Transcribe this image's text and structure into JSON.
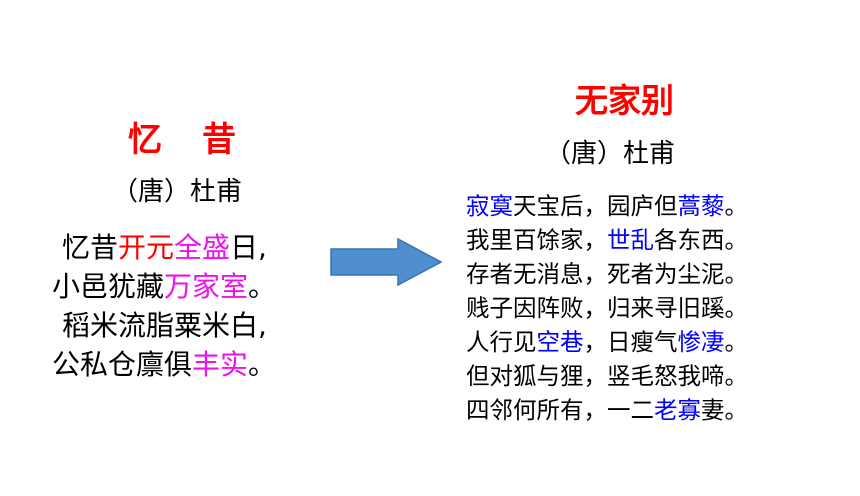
{
  "left": {
    "title": "忆昔",
    "author": "（唐）杜甫",
    "lines": [
      {
        "a": "忆昔",
        "b": "开元",
        "c": "全盛",
        "d": "日,"
      },
      {
        "a": "小邑犹藏",
        "b": "万家室",
        "c": "。"
      },
      {
        "a": "稻米流脂粟米白,"
      },
      {
        "a": "公私仓廪俱",
        "b": "丰实",
        "c": "。"
      }
    ]
  },
  "right": {
    "title": "无家别",
    "author": "（唐）杜甫",
    "lines": [
      {
        "a": "",
        "b": "寂寞",
        "c": "天宝后，园庐但",
        "d": "蒿藜",
        "e": "。"
      },
      {
        "a": "我里百馀家，",
        "b": "世乱",
        "c": "各东西。"
      },
      {
        "a": "存者无消息，死者为尘泥。"
      },
      {
        "a": "贱子因阵败，归来寻旧蹊。"
      },
      {
        "a": "人行见",
        "b": "空巷",
        "c": "，日瘦气",
        "d": "惨凄",
        "e": "。"
      },
      {
        "a": "但对狐与狸，竖毛怒我啼。"
      },
      {
        "a": "四邻何所有，一二",
        "b": "老寡",
        "c": "妻。"
      }
    ]
  },
  "colors": {
    "title": "#ff0000",
    "highlight_left_red": "#ff0000",
    "highlight_left_magenta": "#ee11ee",
    "highlight_right": "#0000ff",
    "arrow": "#4f8fd0"
  },
  "icons": {
    "arrow": "right-arrow-icon"
  }
}
